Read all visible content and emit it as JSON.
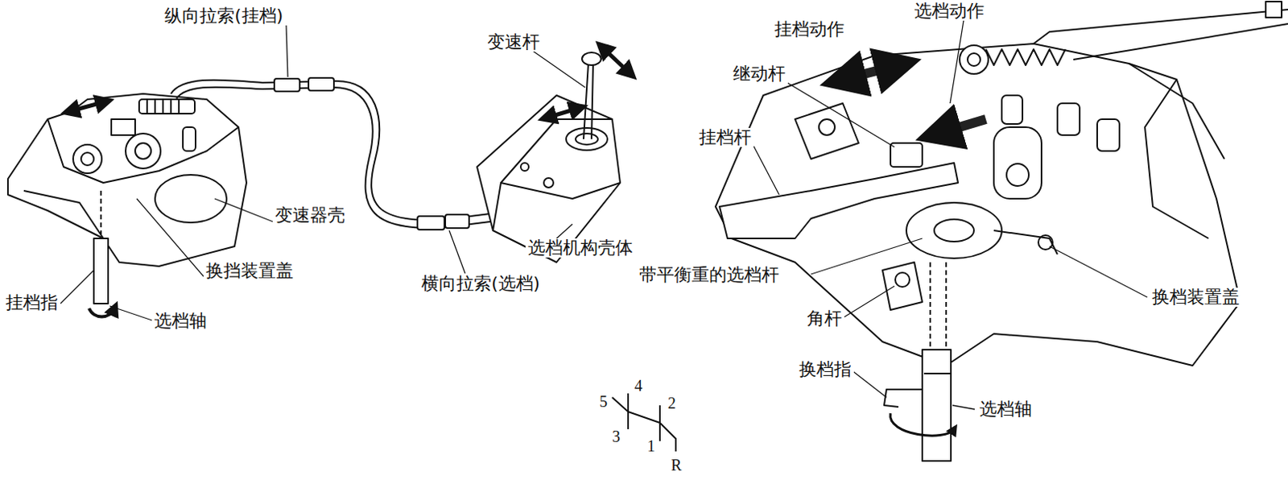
{
  "diagram": {
    "labels": [
      "纵向拉索(挂档)",
      "变速杆",
      "挂档动作",
      "选档动作",
      "继动杆",
      "挂档杆",
      "变速器壳",
      "换挡装置盖",
      "挂档指",
      "选档轴",
      "选档机构壳体",
      "横向拉索(选档)",
      "带平衡重的选档杆",
      "换档装置盖",
      "角杆",
      "换档指",
      "选档轴",
      "5",
      "4",
      "3",
      "2",
      "1",
      "R"
    ]
  }
}
